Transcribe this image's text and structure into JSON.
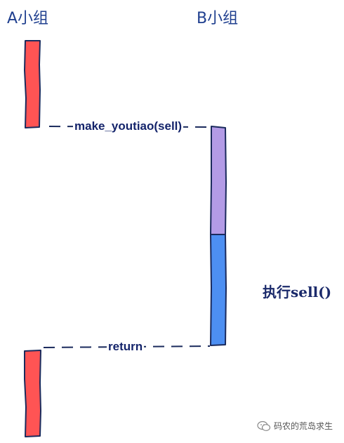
{
  "actors": {
    "a": "A小组",
    "b": "B小组"
  },
  "messages": {
    "call": "make_youtiao(sell)",
    "return": "return"
  },
  "annotation": "执行sell()",
  "watermark": "码农的荒岛求生",
  "colors": {
    "lifeline_a": "#ff5454",
    "activation_upper": "#b39be6",
    "activation_lower": "#4d8ff2",
    "outline": "#1a2a5c",
    "text": "#1f3f8f"
  },
  "icons": {
    "watermark": "wechat-icon"
  }
}
